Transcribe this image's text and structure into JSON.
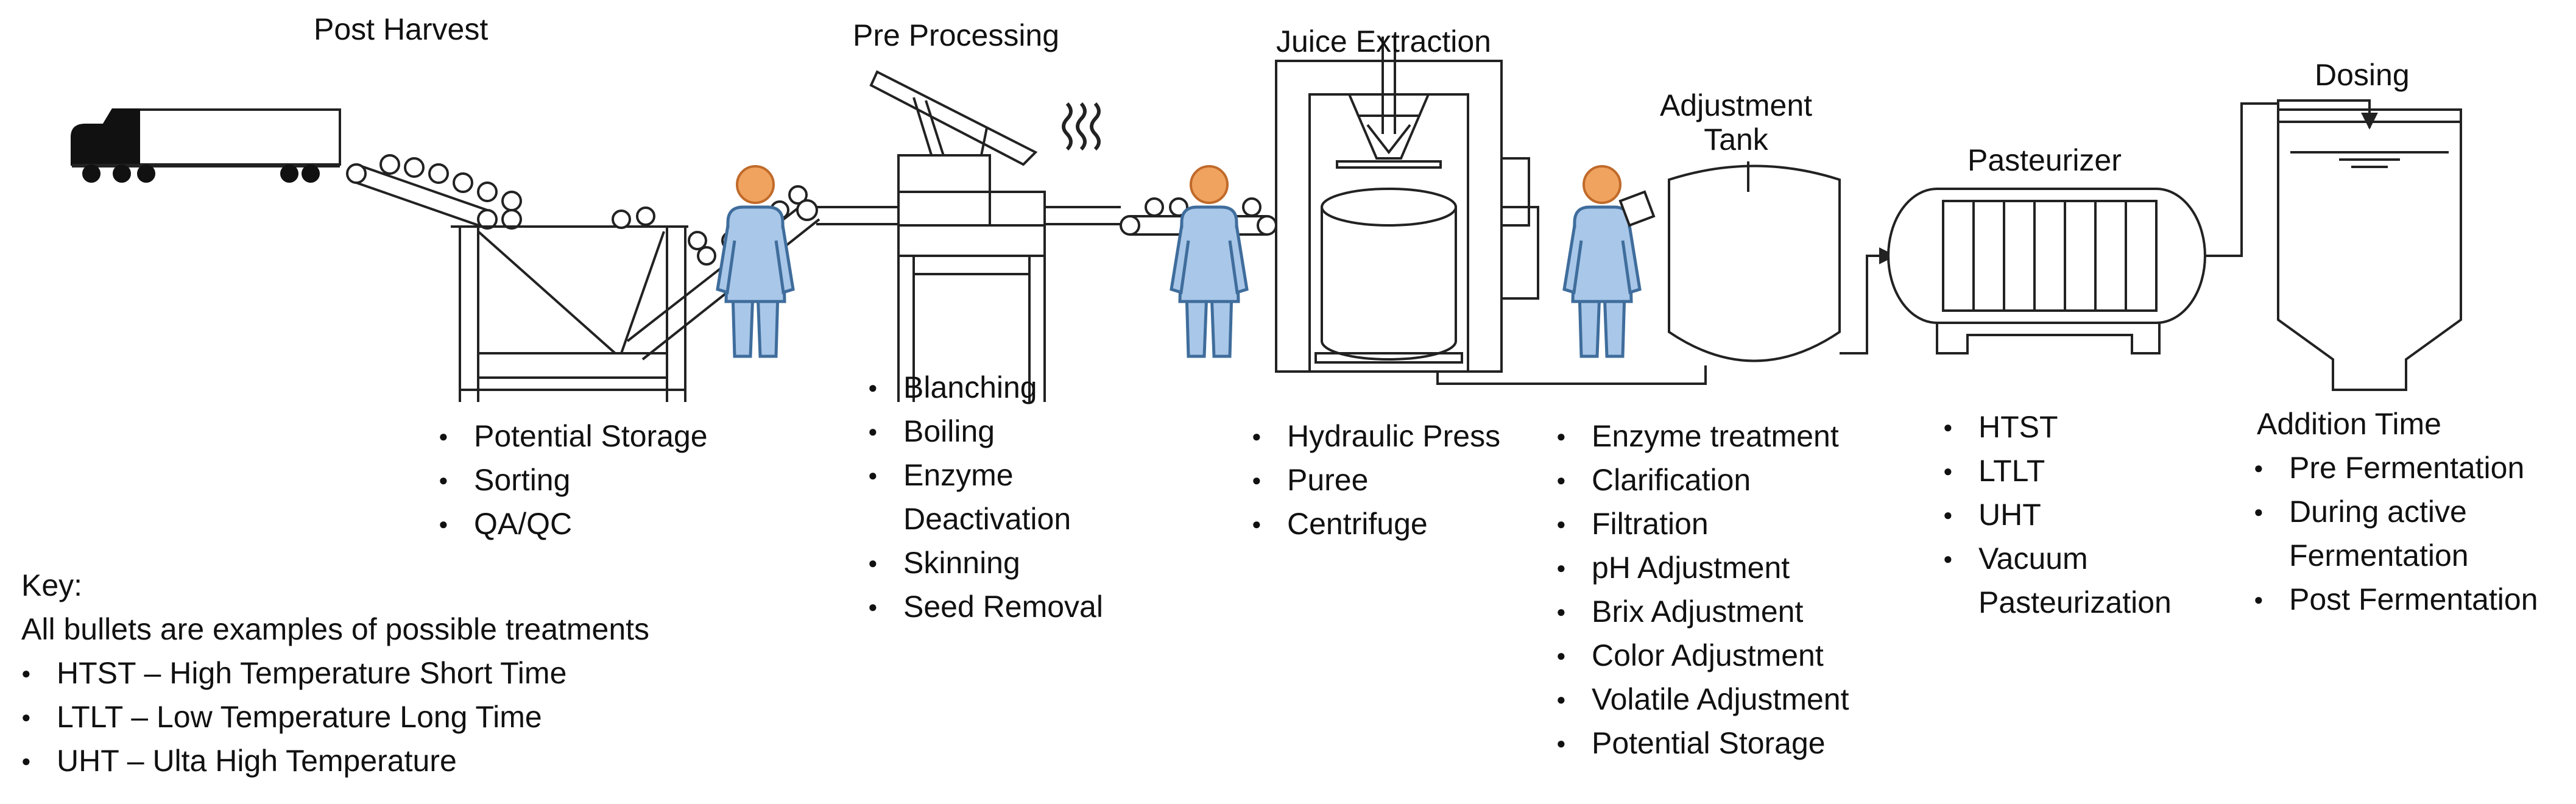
{
  "stages": {
    "post_harvest": {
      "title": "Post Harvest",
      "bullets": [
        "Potential Storage",
        "Sorting",
        "QA/QC"
      ]
    },
    "pre_processing": {
      "title": "Pre Processing",
      "bullets": [
        "Blanching",
        "Boiling",
        "Enzyme Deactivation",
        "Skinning",
        "Seed Removal"
      ]
    },
    "juice_extraction": {
      "title": "Juice Extraction",
      "bullets": [
        "Hydraulic Press",
        "Puree",
        "Centrifuge"
      ]
    },
    "adjustment_tank": {
      "title_line1": "Adjustment",
      "title_line2": "Tank",
      "bullets": [
        "Enzyme treatment",
        "Clarification",
        "Filtration",
        "pH Adjustment",
        "Brix Adjustment",
        "Color Adjustment",
        "Volatile Adjustment",
        "Potential Storage"
      ]
    },
    "pasteurizer": {
      "title": "Pasteurizer",
      "bullets": [
        "HTST",
        "LTLT",
        "UHT",
        "Vacuum Pasteurization"
      ]
    },
    "dosing": {
      "title": "Dosing",
      "subtitle": "Addition Time",
      "bullets": [
        "Pre Fermentation",
        "During active Fermentation",
        "Post Fermentation"
      ]
    }
  },
  "key": {
    "title": "Key:",
    "note": "All bullets are examples of possible treatments",
    "items": [
      "HTST – High Temperature Short Time",
      "LTLT – Low Temperature Long Time",
      "UHT – Ulta High Temperature"
    ]
  },
  "colors": {
    "line": "#222222",
    "worker": "#a9c7e8",
    "worker_dark": "#3f6d9c",
    "head": "#f0a35e",
    "head_dark": "#c06a2a"
  }
}
